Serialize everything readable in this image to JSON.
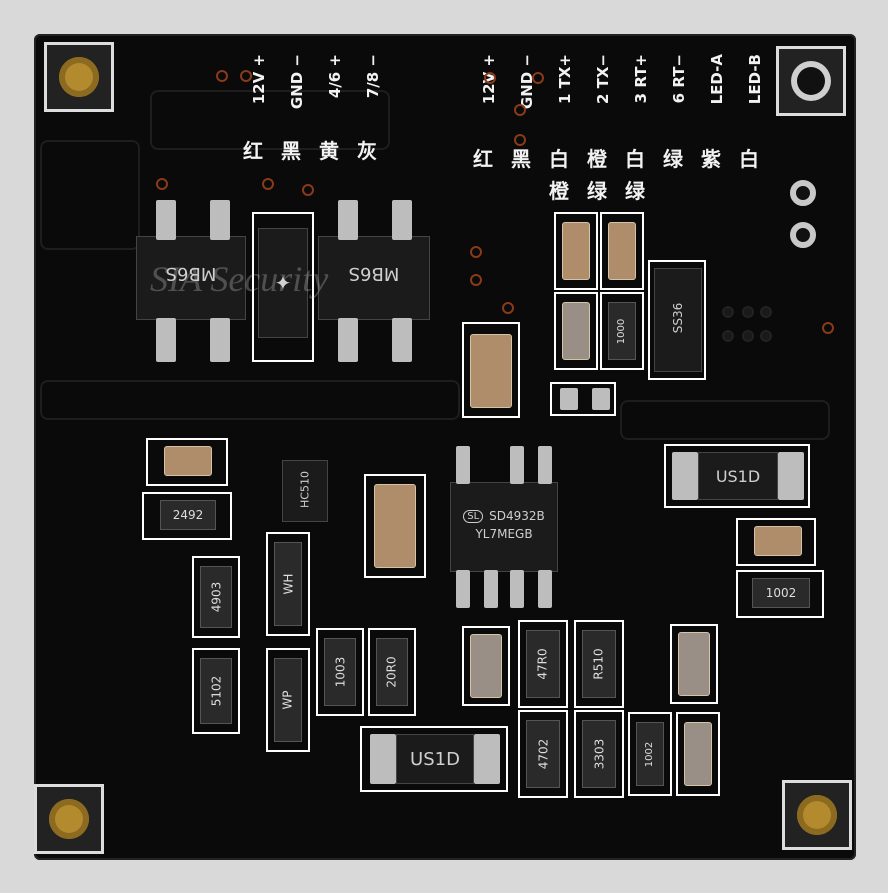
{
  "header_labels_left": [
    "12V +",
    "GND −",
    "4/6 +",
    "7/8 −"
  ],
  "header_chars_left": [
    "红",
    "黑",
    "黄",
    "灰"
  ],
  "header_labels_right": [
    "12V +",
    "GND −",
    "1 TX+",
    "2 TX−",
    "3 RT+",
    "6 RT−",
    "LED-A",
    "LED-B"
  ],
  "header_chars_right": [
    "红",
    "黑",
    "白",
    "橙",
    "白",
    "绿",
    "紫",
    "白"
  ],
  "header_chars_right_row2": [
    "橙",
    "绿",
    "绿"
  ],
  "bridge_label_left": "MB6S",
  "bridge_label_right": "MB6S",
  "tvs_label": "SS36",
  "ic_label_line1": "SD4932B",
  "ic_label_line2": "YL7MEGB",
  "ic_logo": "SL",
  "transistor_label": "HC510",
  "diode_right_label": "US1D",
  "diode_bottom_label": "US1D",
  "res_labels": {
    "r_2492": "2492",
    "r_4903": "4903",
    "r_5102": "5102",
    "r_1002_right": "1002",
    "r_1003": "1003",
    "r_20r0": "20R0",
    "r_47r0": "47R0",
    "r_r510": "R510",
    "r_4702": "4702",
    "r_3303": "3303",
    "r_1002_bot": "1002",
    "r_wh": "WH",
    "r_wp": "WP",
    "r_1000": "1000"
  },
  "watermark": "SIA Security"
}
